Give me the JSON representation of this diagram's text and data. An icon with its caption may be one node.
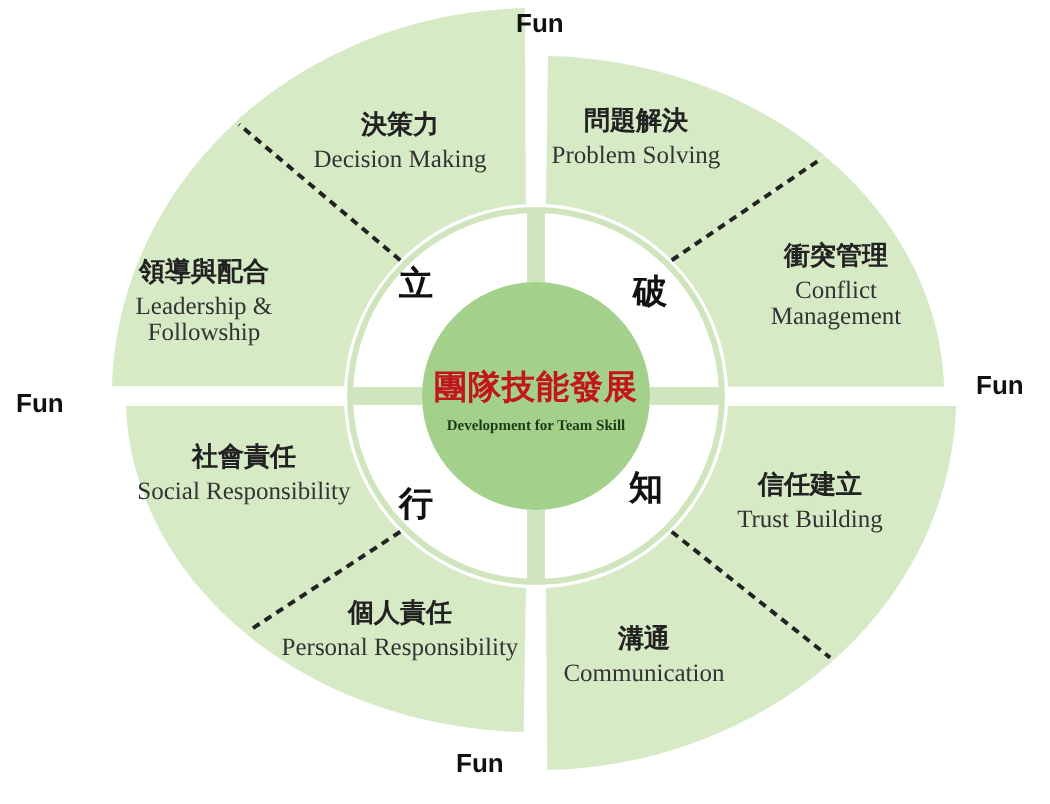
{
  "diagram": {
    "nodes": [
      {
        "text": [
          "決策力",
          "Decision Making"
        ]
      },
      {
        "text": [
          "問題解決",
          "Problem Solving"
        ]
      },
      {
        "text": [
          "領導與配合",
          "Leadership & Followship"
        ]
      },
      {
        "text": [
          "衝突管理",
          "Conflict Management"
        ]
      },
      {
        "text": [
          "立",
          "破",
          "知",
          "行"
        ]
      },
      {
        "text": [
          "團隊技能發展",
          "Development for Team Skill"
        ],
        "in": 4
      },
      {
        "text": [
          "社會責任",
          "Social Responsibility"
        ]
      },
      {
        "text": [
          "信任建立",
          "Trust Building"
        ]
      },
      {
        "text": [
          "個人責任",
          "Personal Responsibility"
        ]
      },
      {
        "text": [
          "溝通",
          "Communication"
        ]
      }
    ],
    "labels": [
      "Fun",
      "Fun",
      "Fun",
      "Fun"
    ]
  }
}
